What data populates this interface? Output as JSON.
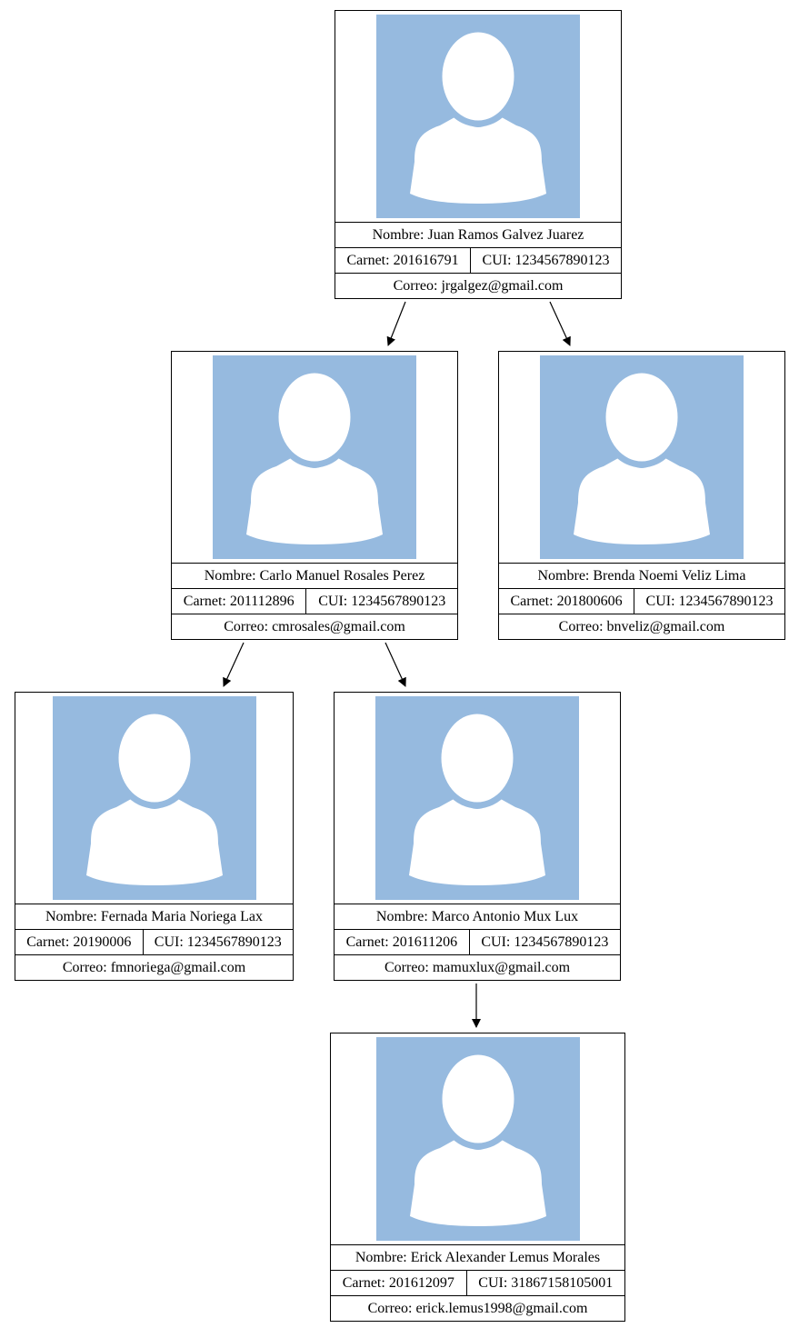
{
  "colors": {
    "photo_bg": "#96badf",
    "silhouette": "#ffffff",
    "border": "#000000"
  },
  "icon": "person-silhouette-icon",
  "nodes": [
    {
      "id": "n1",
      "nombre": "Nombre: Juan Ramos Galvez Juarez",
      "carnet": "Carnet: 201616791",
      "cui": "CUI: 1234567890123",
      "correo": "Correo: jrgalgez@gmail.com"
    },
    {
      "id": "n2",
      "nombre": "Nombre: Carlo Manuel Rosales Perez",
      "carnet": "Carnet: 201112896",
      "cui": "CUI: 1234567890123",
      "correo": "Correo: cmrosales@gmail.com"
    },
    {
      "id": "n3",
      "nombre": "Nombre: Brenda Noemi Veliz Lima",
      "carnet": "Carnet: 201800606",
      "cui": "CUI: 1234567890123",
      "correo": "Correo: bnveliz@gmail.com"
    },
    {
      "id": "n4",
      "nombre": "Nombre: Fernada Maria Noriega Lax",
      "carnet": "Carnet: 20190006",
      "cui": "CUI: 1234567890123",
      "correo": "Correo: fmnoriega@gmail.com"
    },
    {
      "id": "n5",
      "nombre": "Nombre: Marco Antonio Mux Lux",
      "carnet": "Carnet: 201611206",
      "cui": "CUI: 1234567890123",
      "correo": "Correo: mamuxlux@gmail.com"
    },
    {
      "id": "n6",
      "nombre": "Nombre: Erick Alexander Lemus Morales",
      "carnet": "Carnet: 201612097",
      "cui": "CUI: 31867158105001",
      "correo": "Correo: erick.lemus1998@gmail.com"
    }
  ],
  "edges": [
    {
      "from": "n1",
      "to": "n2"
    },
    {
      "from": "n1",
      "to": "n3"
    },
    {
      "from": "n2",
      "to": "n4"
    },
    {
      "from": "n2",
      "to": "n5"
    },
    {
      "from": "n5",
      "to": "n6"
    }
  ]
}
